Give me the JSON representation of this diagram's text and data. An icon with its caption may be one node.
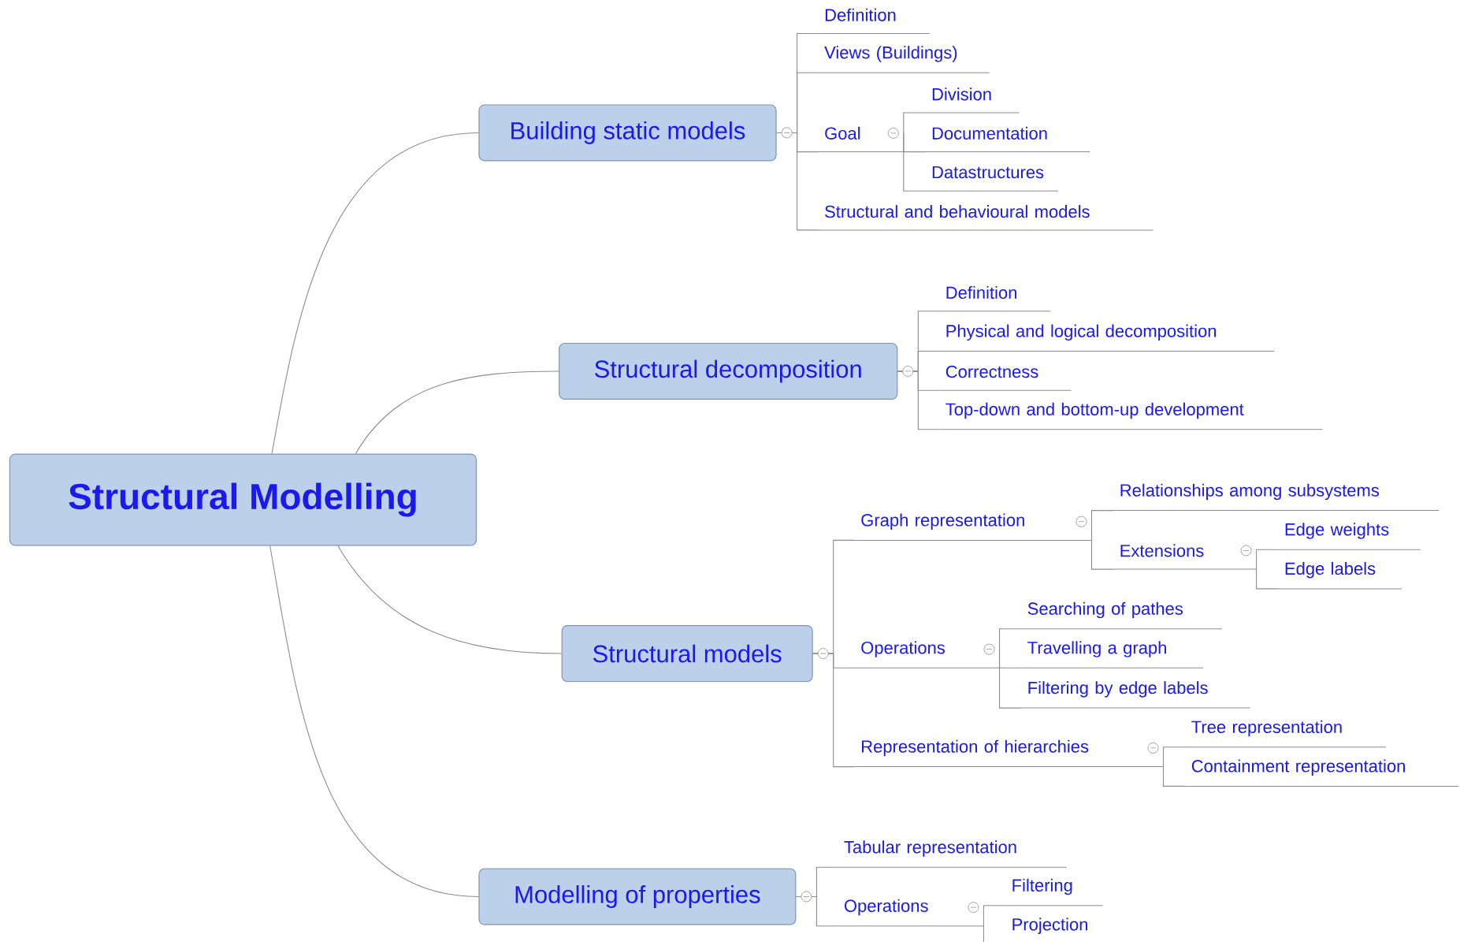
{
  "diagram": {
    "nodes": [
      {
        "text": [
          "Structural Modelling"
        ]
      },
      {
        "text": [
          "Building static models"
        ]
      },
      {
        "text": [
          "Definition"
        ]
      },
      {
        "text": [
          "Views (Buildings)"
        ]
      },
      {
        "text": [
          "Goal"
        ]
      },
      {
        "text": [
          "Division"
        ]
      },
      {
        "text": [
          "Documentation"
        ]
      },
      {
        "text": [
          "Datastructures"
        ]
      },
      {
        "text": [
          "Structural and behavioural models"
        ]
      },
      {
        "text": [
          "Structural decomposition"
        ]
      },
      {
        "text": [
          "Definition"
        ]
      },
      {
        "text": [
          "Physical and logical decomposition"
        ]
      },
      {
        "text": [
          "Correctness"
        ]
      },
      {
        "text": [
          "Top-down and bottom-up development"
        ]
      },
      {
        "text": [
          "Structural models"
        ]
      },
      {
        "text": [
          "Graph representation"
        ]
      },
      {
        "text": [
          "Relationships among subsystems"
        ]
      },
      {
        "text": [
          "Extensions"
        ]
      },
      {
        "text": [
          "Edge weights"
        ]
      },
      {
        "text": [
          "Edge labels"
        ]
      },
      {
        "text": [
          "Operations"
        ]
      },
      {
        "text": [
          "Searching of pathes"
        ]
      },
      {
        "text": [
          "Travelling a graph"
        ]
      },
      {
        "text": [
          "Filtering by edge labels"
        ]
      },
      {
        "text": [
          "Representation of hierarchies"
        ]
      },
      {
        "text": [
          "Tree representation"
        ]
      },
      {
        "text": [
          "Containment representation"
        ]
      },
      {
        "text": [
          "Modelling of properties"
        ]
      },
      {
        "text": [
          "Tabular representation"
        ]
      },
      {
        "text": [
          "Operations"
        ]
      },
      {
        "text": [
          "Filtering"
        ]
      },
      {
        "text": [
          "Projection"
        ]
      }
    ],
    "edges": [
      {
        "from": 0,
        "to": 1,
        "arrow": "none"
      },
      {
        "from": 1,
        "to": 2,
        "arrow": "none"
      },
      {
        "from": 1,
        "to": 3,
        "arrow": "none"
      },
      {
        "from": 1,
        "to": 4,
        "arrow": "none"
      },
      {
        "from": 4,
        "to": 5,
        "arrow": "none"
      },
      {
        "from": 4,
        "to": 6,
        "arrow": "none"
      },
      {
        "from": 4,
        "to": 7,
        "arrow": "none"
      },
      {
        "from": 1,
        "to": 8,
        "arrow": "none"
      },
      {
        "from": 0,
        "to": 9,
        "arrow": "none"
      },
      {
        "from": 9,
        "to": 10,
        "arrow": "none"
      },
      {
        "from": 9,
        "to": 11,
        "arrow": "none"
      },
      {
        "from": 9,
        "to": 12,
        "arrow": "none"
      },
      {
        "from": 9,
        "to": 13,
        "arrow": "none"
      },
      {
        "from": 0,
        "to": 14,
        "arrow": "none"
      },
      {
        "from": 14,
        "to": 15,
        "arrow": "none"
      },
      {
        "from": 15,
        "to": 16,
        "arrow": "none"
      },
      {
        "from": 15,
        "to": 17,
        "arrow": "none"
      },
      {
        "from": 17,
        "to": 18,
        "arrow": "none"
      },
      {
        "from": 17,
        "to": 19,
        "arrow": "none"
      },
      {
        "from": 14,
        "to": 20,
        "arrow": "none"
      },
      {
        "from": 20,
        "to": 21,
        "arrow": "none"
      },
      {
        "from": 20,
        "to": 22,
        "arrow": "none"
      },
      {
        "from": 20,
        "to": 23,
        "arrow": "none"
      },
      {
        "from": 14,
        "to": 24,
        "arrow": "none"
      },
      {
        "from": 24,
        "to": 25,
        "arrow": "none"
      },
      {
        "from": 24,
        "to": 26,
        "arrow": "none"
      },
      {
        "from": 0,
        "to": 27,
        "arrow": "none"
      },
      {
        "from": 27,
        "to": 28,
        "arrow": "none"
      },
      {
        "from": 27,
        "to": 29,
        "arrow": "none"
      },
      {
        "from": 29,
        "to": 30,
        "arrow": "none"
      },
      {
        "from": 29,
        "to": 31,
        "arrow": "none"
      }
    ]
  }
}
